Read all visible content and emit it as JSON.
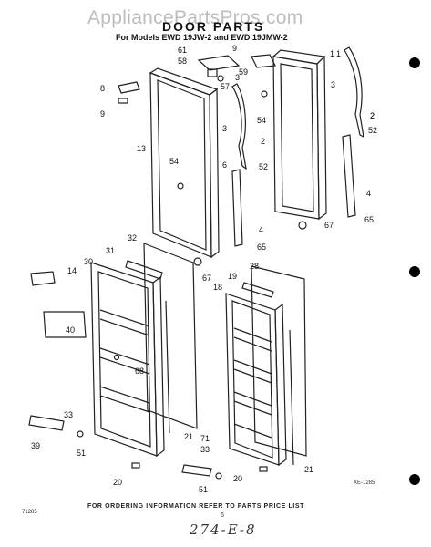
{
  "watermark": "AppliancePartsPros.com",
  "title": "DOOR PARTS",
  "subtitle": "For Models EWD 19JW-2 and EWD 19JMW-2",
  "footer_note": "FOR ORDERING INFORMATION REFER TO PARTS PRICE LIST",
  "page_number": "6",
  "handwritten_note": "274-E-8",
  "doc_code_left": "71285",
  "doc_code_right": "XE-1285",
  "callouts": [
    "61",
    "9",
    "58",
    "59",
    "57",
    "8",
    "9",
    "1",
    "3",
    "2",
    "54",
    "13",
    "3",
    "2",
    "6",
    "52",
    "54",
    "1",
    "3",
    "2",
    "52",
    "4",
    "67",
    "65",
    "4",
    "65",
    "32",
    "31",
    "14",
    "30",
    "67",
    "28",
    "19",
    "18",
    "40",
    "68",
    "33",
    "39",
    "51",
    "21",
    "71",
    "33",
    "20",
    "51",
    "20",
    "21"
  ],
  "colors": {
    "ink": "#222222",
    "watermark": "#bdbdbd",
    "punch_hole": "#000000"
  }
}
